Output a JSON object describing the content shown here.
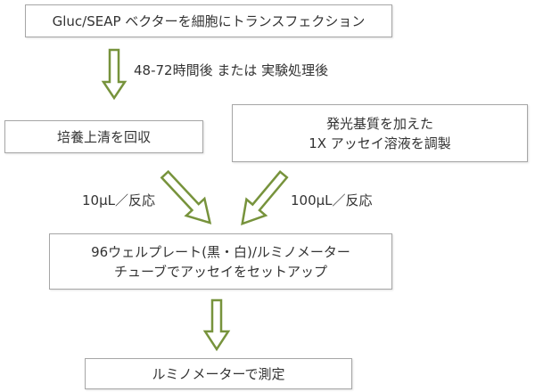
{
  "steps": {
    "transfect": "Gluc/SEAP ベクターを細胞にトランスフェクション",
    "collect": "培養上清を回収",
    "prepare_line1": "発光基質を加えた",
    "prepare_line2": "1X アッセイ溶液を調製",
    "setup_line1": "96ウェルプレート(黒・白)/ルミノメーター",
    "setup_line2": "チューブでアッセイをセットアップ",
    "measure": "ルミノメーターで測定"
  },
  "labels": {
    "incubation": "48-72時間後 または 実験処理後",
    "sample_volume": "10μL／反応",
    "reagent_volume": "100μL／反応"
  },
  "colors": {
    "arrow": "#77933C",
    "border": "#A6A6A6",
    "text": "#333333"
  }
}
